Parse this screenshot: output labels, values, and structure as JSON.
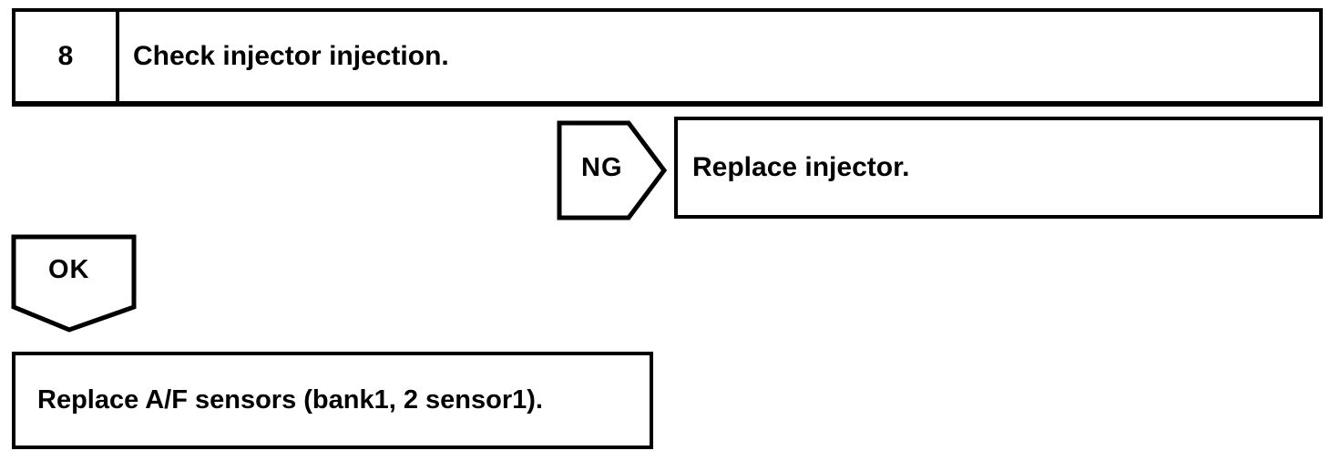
{
  "flowchart": {
    "step": {
      "number": "8",
      "instruction": "Check injector injection."
    },
    "ng_branch": {
      "label": "NG",
      "action": "Replace injector."
    },
    "ok_branch": {
      "label": "OK",
      "action": "Replace A/F sensors (bank1, 2 sensor1)."
    },
    "colors": {
      "line": "#000000",
      "background": "#ffffff"
    }
  }
}
